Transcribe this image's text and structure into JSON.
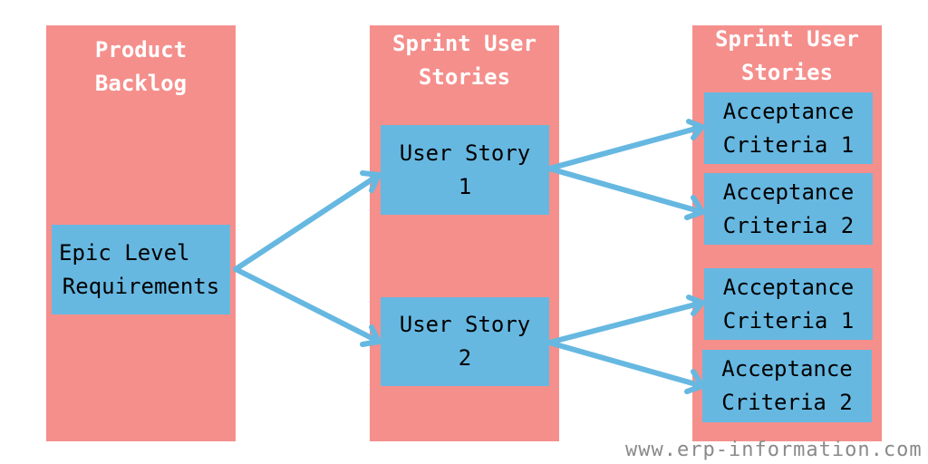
{
  "columns": [
    {
      "title": "Product\nBacklog"
    },
    {
      "title": "Sprint User\nStories"
    },
    {
      "title": "Sprint User\nStories"
    }
  ],
  "epic": {
    "line1": "Epic Level",
    "line2": "Requirements"
  },
  "stories": [
    {
      "line1": "User Story",
      "line2": "1"
    },
    {
      "line1": "User Story",
      "line2": "2"
    }
  ],
  "criteria": [
    {
      "line1": "Acceptance",
      "line2": "Criteria 1"
    },
    {
      "line1": "Acceptance",
      "line2": "Criteria 2"
    },
    {
      "line1": "Acceptance",
      "line2": "Criteria 1"
    },
    {
      "line1": "Acceptance",
      "line2": "Criteria 2"
    }
  ],
  "watermark": "www.erp-information.com",
  "colors": {
    "column": "#f58f8c",
    "box": "#66b8e1",
    "arrow": "#66b8e1"
  }
}
